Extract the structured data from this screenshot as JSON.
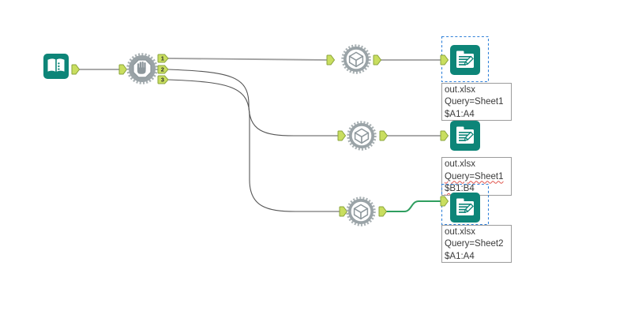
{
  "canvas": {
    "background": "#ffffff"
  },
  "colors": {
    "tool_teal": "#0d8578",
    "anchor_fill": "#c9de5f",
    "anchor_stroke": "#8aa43c",
    "gear_body_gray": "#9aa3a7",
    "icon_gray": "#8d979c",
    "wire_gray": "#9e9e9e",
    "wire_dark": "#555555",
    "wire_green": "#2f9e5f",
    "selection_blue": "#2f80d9",
    "annotation_border": "#9b9b9b",
    "annotation_text": "#3b3b3b",
    "squiggle_red": "#e0524a"
  },
  "tools": {
    "input_data": {
      "type": "Input Data"
    },
    "block_until_done": {
      "type": "Block Until Done",
      "output_labels": [
        "1",
        "2",
        "3"
      ]
    },
    "macro_1": {
      "type": "Macro"
    },
    "macro_2": {
      "type": "Macro"
    },
    "macro_3": {
      "type": "Macro"
    },
    "output_1": {
      "type": "Output Data",
      "selected": true
    },
    "output_2": {
      "type": "Output Data",
      "selected": false
    },
    "output_3": {
      "type": "Output Data",
      "selected": true
    }
  },
  "annotations": [
    {
      "lines": [
        "out.xlsx",
        "Query=Sheet1",
        "$A1:A4"
      ]
    },
    {
      "lines": [
        "out.xlsx",
        "Query=Sheet1",
        "$B1:B4"
      ],
      "misspelled_line_indexes": [
        1,
        2
      ]
    },
    {
      "lines": [
        "out.xlsx",
        "Query=Sheet2",
        "$A1:A4"
      ]
    }
  ]
}
